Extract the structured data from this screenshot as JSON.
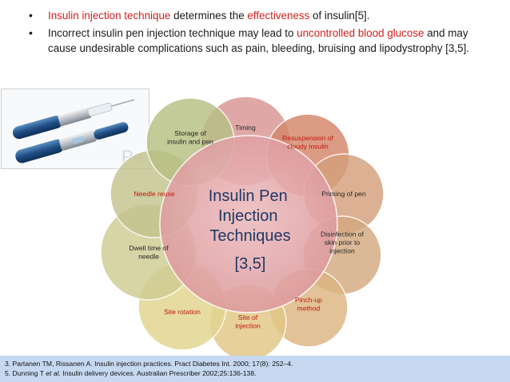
{
  "bullets": [
    {
      "parts": [
        "Insulin injection technique",
        " determines the ",
        "effectiveness",
        " of insulin[5]."
      ]
    },
    {
      "parts": [
        "Incorrect insulin pen injection technique may lead to ",
        "uncontrolled blood glucose",
        " and may cause undesirable complications such as pain, bleeding, bruising and lipodystrophy [3,5]."
      ]
    }
  ],
  "center": {
    "lines": [
      "Insulin Pen",
      "Injection",
      "Techniques"
    ],
    "ref": "[3,5]"
  },
  "petals": [
    {
      "lines": [
        "Timing"
      ],
      "fill": "#d99694",
      "text_color": "#262626"
    },
    {
      "lines": [
        "Resuspension of",
        "cloudy insulin"
      ],
      "fill": "#d5866b",
      "text_color": "#c0180c"
    },
    {
      "lines": [
        "Priming of pen"
      ],
      "fill": "#d49f7c",
      "text_color": "#262626"
    },
    {
      "lines": [
        "Disinfection of",
        "skin prior to",
        "injection"
      ],
      "fill": "#d4a980",
      "text_color": "#262626"
    },
    {
      "lines": [
        "Pinch-up",
        "method"
      ],
      "fill": "#dcb57f",
      "text_color": "#c0180c"
    },
    {
      "lines": [
        "Site of",
        "injection"
      ],
      "fill": "#e2c885",
      "text_color": "#c0180c"
    },
    {
      "lines": [
        "Site rotation"
      ],
      "fill": "#e1d58e",
      "text_color": "#c0180c"
    },
    {
      "lines": [
        "Dwell time of",
        "needle"
      ],
      "fill": "#cfcb93",
      "text_color": "#262626"
    },
    {
      "lines": [
        "Needle reuse"
      ],
      "fill": "#c3c48e",
      "text_color": "#c0180c"
    },
    {
      "lines": [
        "Storage of",
        "insulin and pen"
      ],
      "fill": "#b6c083",
      "text_color": "#262626"
    }
  ],
  "photo": {
    "watermark": "Pe"
  },
  "references": [
    {
      "prefix": "3. Partanen TM, Rissanen A. Insulin injection practices. Pract Diabetes Int. 2000; 17(8): 252–4.",
      "italic": "",
      "suffix": ""
    },
    {
      "prefix": "5. Dunning T ",
      "italic": "et al.",
      "suffix": " Insulin delivery devices. Australian Prescriber 2002;25:136-138."
    }
  ],
  "colors": {
    "accent_red": "#d11f1f",
    "center_fill": "#e3a5a8",
    "center_text": "#1f3864",
    "ref_bar": "#c6d9f1"
  }
}
